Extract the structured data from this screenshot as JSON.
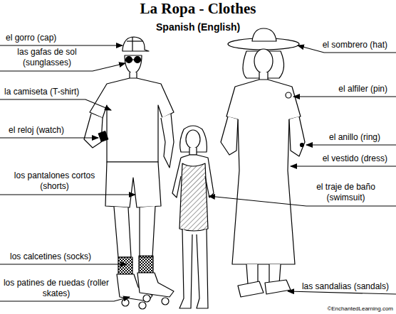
{
  "diagram": {
    "title": "La Ropa - Clothes",
    "labels": [
      "Spanish (English)",
      "el gorro (cap)",
      "las gafas de sol (sunglasses)",
      "la camiseta (T-shirt)",
      "el reloj (watch)",
      "los pantalones cortos (shorts)",
      "los calcetines (socks)",
      "los patines de ruedas (roller skates)",
      "el sombrero (hat)",
      "el alfiler (pin)",
      "el anillo (ring)",
      "el vestido (dress)",
      "el traje de baño (swimsuit)",
      "las sandalias (sandals)",
      "©EnchantedLearning.com"
    ]
  }
}
